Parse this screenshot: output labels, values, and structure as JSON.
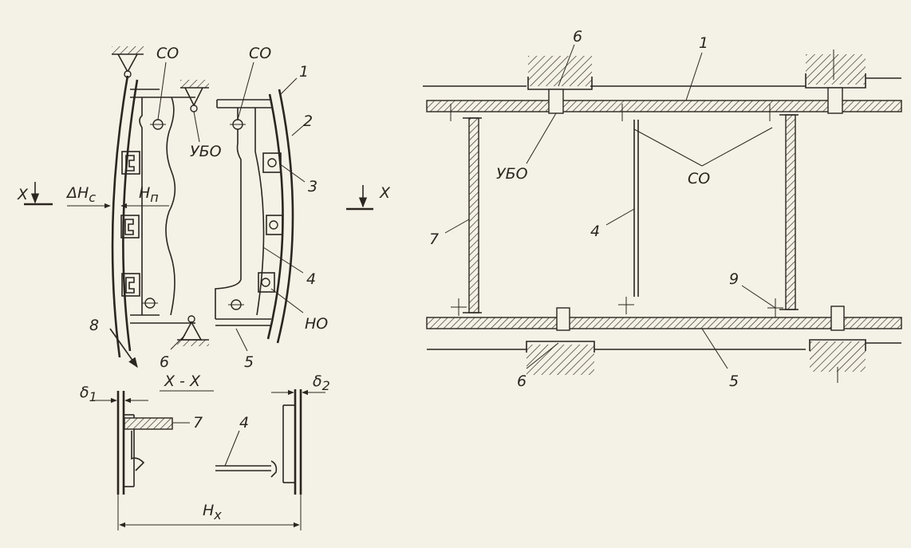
{
  "labels": {
    "co_left": "СО",
    "co_mid": "СО",
    "co_right": "СО",
    "ubo_left": "УБО",
    "ubo_right": "УБО",
    "n1_left": "1",
    "n2": "2",
    "n3": "3",
    "n4_left": "4",
    "n4_section": "4",
    "n4_right": "4",
    "no": "НО",
    "n5_left": "5",
    "n5_right": "5",
    "n6_left": "6",
    "n6_top_right": "6",
    "n6_bottom_right": "6",
    "n7_section": "7",
    "n7_right": "7",
    "n8": "8",
    "n9": "9",
    "n1_right": "1",
    "x_left": "X",
    "x_right": "X",
    "delta_hc": "ΔH",
    "delta_hc_sub": "c",
    "h_p": "H",
    "h_p_sub": "п",
    "section_title": "X - X",
    "delta1": "δ",
    "delta1_sub": "1",
    "delta2": "δ",
    "delta2_sub": "2",
    "h_x": "H",
    "h_x_sub": "x"
  }
}
